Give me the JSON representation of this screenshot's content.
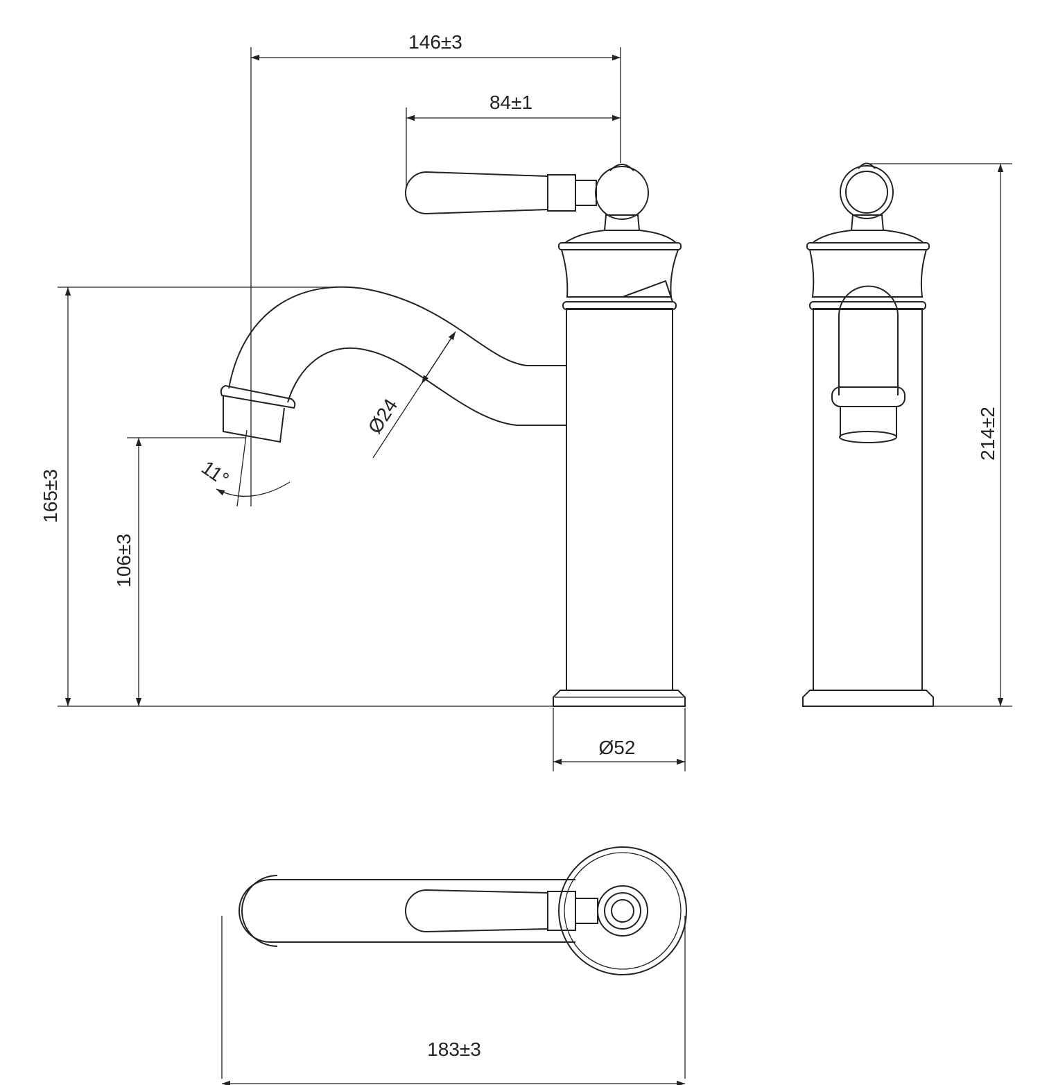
{
  "drawing": {
    "title": "Basin mixer tap dimension drawing",
    "dimensions": {
      "overall_spout_reach": "146±3",
      "handle_reach": "84±1",
      "spout_height": "165±3",
      "outlet_height": "106±3",
      "spout_diameter": "Ø24",
      "outlet_angle": "11°",
      "base_diameter": "Ø52",
      "total_height": "214±2",
      "total_length": "183±3"
    },
    "colors": {
      "line": "#222222",
      "background": "#ffffff"
    }
  }
}
